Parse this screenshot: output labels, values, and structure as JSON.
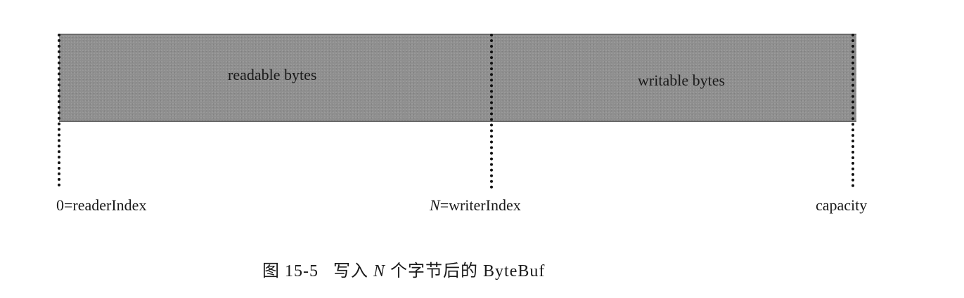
{
  "regions": {
    "readable": "readable bytes",
    "writable": "writable bytes"
  },
  "indices": {
    "reader": "0=readerIndex",
    "writer_var": "N",
    "writer_rest": "=writerIndex",
    "capacity": "capacity"
  },
  "caption": {
    "figure_no": "图 15-5",
    "prefix": "写入 ",
    "var": "N",
    "suffix": " 个字节后的 ByteBuf"
  }
}
